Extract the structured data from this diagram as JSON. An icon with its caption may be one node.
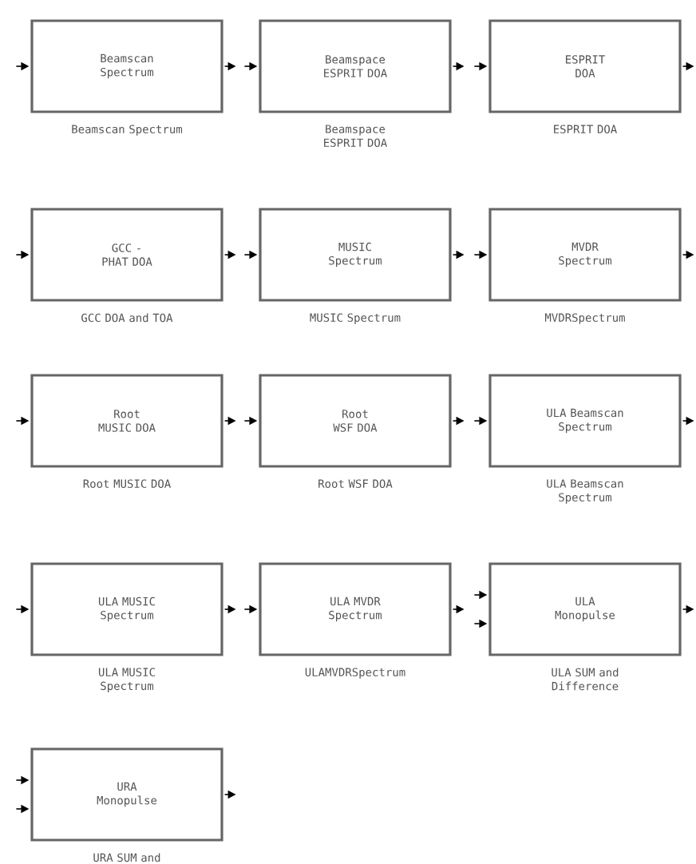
{
  "diagram": {
    "nodes": [
      {
        "text": [
          "Beamscan Spectrum"
        ],
        "beside": [
          "Beamscan Spectrum"
        ]
      },
      {
        "text": [
          "Beamspace ESPRIT DOA"
        ],
        "beside": [
          "Beamspace ESPRIT DOA"
        ]
      },
      {
        "text": [
          "ESPRIT DOA"
        ],
        "beside": [
          "ESPRIT DOA"
        ]
      },
      {
        "text": [
          "GCC - PHAT DOA"
        ],
        "beside": [
          "GCC DOA and TOA"
        ]
      },
      {
        "text": [
          "MUSIC Spectrum"
        ],
        "beside": [
          "MUSIC Spectrum"
        ]
      },
      {
        "text": [
          "MVDR Spectrum"
        ],
        "beside": [
          "MVDRSpectrum"
        ]
      },
      {
        "text": [
          "Root MUSIC DOA"
        ],
        "beside": [
          "Root MUSIC DOA"
        ]
      },
      {
        "text": [
          "Root WSF DOA"
        ],
        "beside": [
          "Root WSF DOA"
        ]
      },
      {
        "text": [
          "ULA Beamscan Spectrum"
        ],
        "beside": [
          "ULA Beamscan Spectrum"
        ]
      },
      {
        "text": [
          "ULA MUSIC Spectrum"
        ],
        "beside": [
          "ULA MUSIC Spectrum"
        ]
      },
      {
        "text": [
          "ULA MVDR Spectrum"
        ],
        "beside": [
          "ULAMVDRSpectrum"
        ]
      },
      {
        "text": [
          "ULA Monopulse"
        ],
        "beside": [
          "ULA SUM and Difference"
        ]
      },
      {
        "text": [
          "URA Monopulse"
        ],
        "beside": [
          "URA SUM and"
        ]
      }
    ],
    "edges": [
      {
        "from": null,
        "to": 0,
        "arrow": "to"
      },
      {
        "from": 0,
        "to": null,
        "arrow": "to"
      },
      {
        "from": null,
        "to": 1,
        "arrow": "to"
      },
      {
        "from": 1,
        "to": null,
        "arrow": "to"
      },
      {
        "from": null,
        "to": 2,
        "arrow": "to"
      },
      {
        "from": 2,
        "to": null,
        "arrow": "to"
      },
      {
        "from": null,
        "to": 3,
        "arrow": "to"
      },
      {
        "from": 3,
        "to": null,
        "arrow": "to"
      },
      {
        "from": null,
        "to": 4,
        "arrow": "to"
      },
      {
        "from": 4,
        "to": null,
        "arrow": "to"
      },
      {
        "from": null,
        "to": 5,
        "arrow": "to"
      },
      {
        "from": 5,
        "to": null,
        "arrow": "to"
      },
      {
        "from": null,
        "to": 6,
        "arrow": "to"
      },
      {
        "from": 6,
        "to": null,
        "arrow": "to"
      },
      {
        "from": null,
        "to": 7,
        "arrow": "to"
      },
      {
        "from": 7,
        "to": null,
        "arrow": "to"
      },
      {
        "from": null,
        "to": 8,
        "arrow": "to"
      },
      {
        "from": 8,
        "to": null,
        "arrow": "to"
      },
      {
        "from": null,
        "to": 9,
        "arrow": "to"
      },
      {
        "from": 9,
        "to": null,
        "arrow": "to"
      },
      {
        "from": null,
        "to": 10,
        "arrow": "to"
      },
      {
        "from": 10,
        "to": null,
        "arrow": "to"
      },
      {
        "from": null,
        "to": 11,
        "arrow": "to"
      },
      {
        "from": null,
        "to": 11,
        "arrow": "to"
      },
      {
        "from": 11,
        "to": null,
        "arrow": "to"
      },
      {
        "from": null,
        "to": 12,
        "arrow": "to"
      },
      {
        "from": null,
        "to": 12,
        "arrow": "to"
      },
      {
        "from": 12,
        "to": null,
        "arrow": "to"
      }
    ]
  }
}
